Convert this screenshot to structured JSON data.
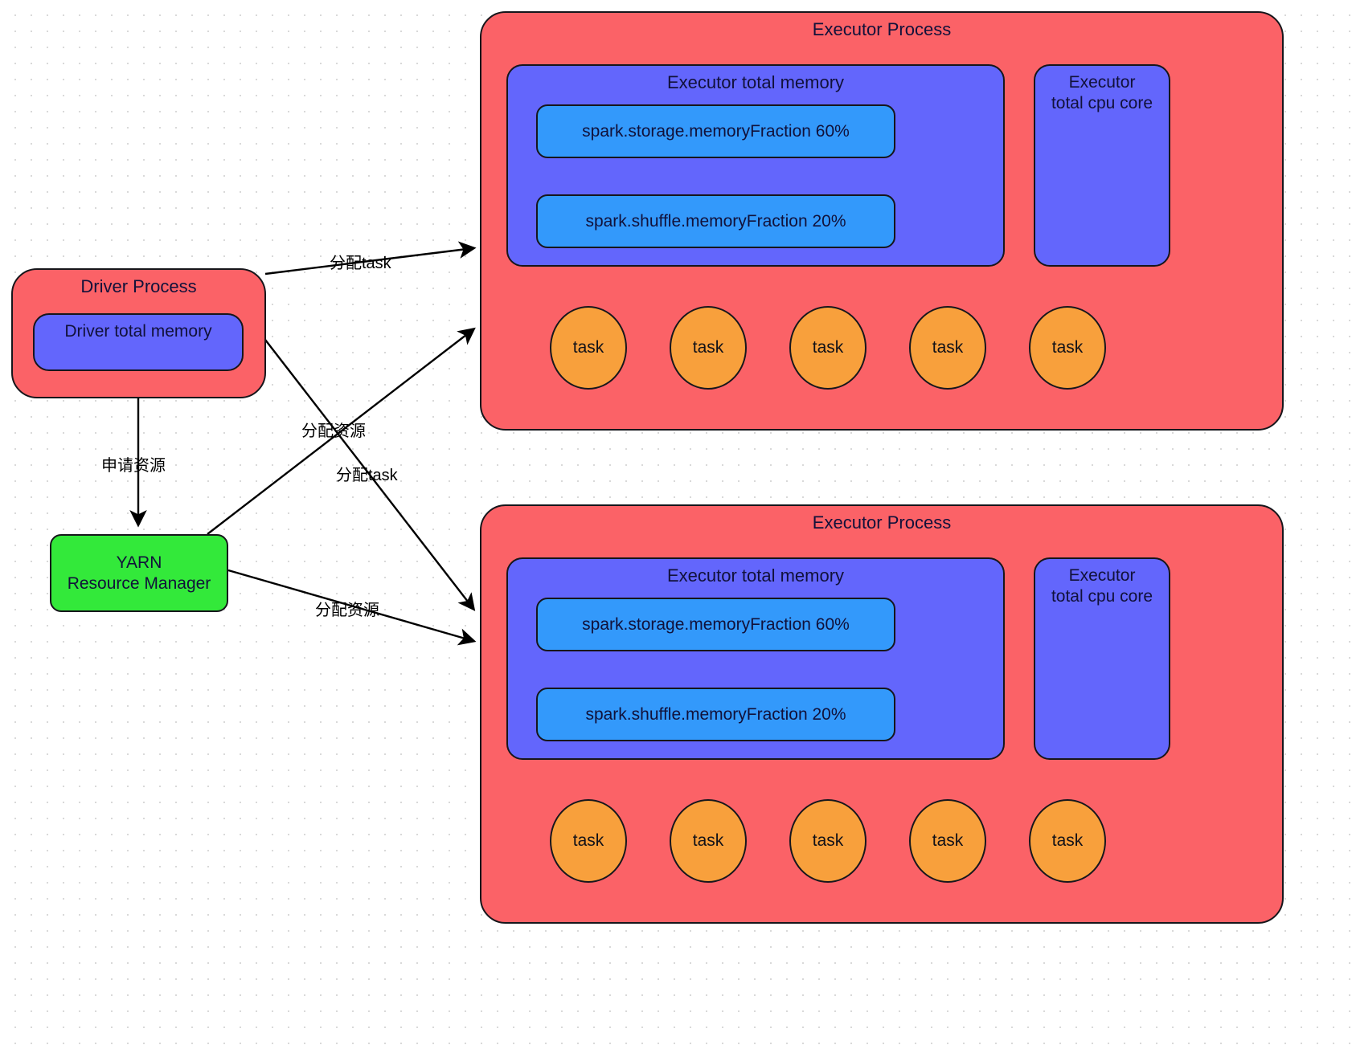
{
  "diagram": {
    "title": "Spark on YARN resource and task allocation",
    "colors": {
      "process_red": "#fb6267",
      "memory_purple": "#6366fc",
      "fraction_blue": "#3399fb",
      "yarn_green": "#33e93a",
      "task_orange": "#f8a03c",
      "stroke": "#16161b",
      "grid_dot": "#d9d9d9"
    },
    "driver": {
      "title": "Driver Process",
      "memory_label": "Driver total memory"
    },
    "yarn": {
      "label": "YARN\nResource Manager"
    },
    "executors": [
      {
        "title": "Executor Process",
        "memory_title": "Executor total memory",
        "cpu_label": "Executor\ntotal cpu core",
        "fractions": [
          "spark.storage.memoryFraction 60%",
          "spark.shuffle.memoryFraction 20%"
        ],
        "tasks": [
          "task",
          "task",
          "task",
          "task",
          "task"
        ]
      },
      {
        "title": "Executor Process",
        "memory_title": "Executor total memory",
        "cpu_label": "Executor\ntotal cpu core",
        "fractions": [
          "spark.storage.memoryFraction 60%",
          "spark.shuffle.memoryFraction 20%"
        ],
        "tasks": [
          "task",
          "task",
          "task",
          "task",
          "task"
        ]
      }
    ],
    "edges": [
      {
        "id": "driver-to-exec1-task",
        "label": "分配task"
      },
      {
        "id": "yarn-to-exec1-resource",
        "label": "分配资源"
      },
      {
        "id": "driver-to-exec2-task",
        "label": "分配task"
      },
      {
        "id": "driver-to-yarn-request",
        "label": "申请资源"
      },
      {
        "id": "yarn-to-exec2-resource",
        "label": "分配资源"
      }
    ]
  }
}
